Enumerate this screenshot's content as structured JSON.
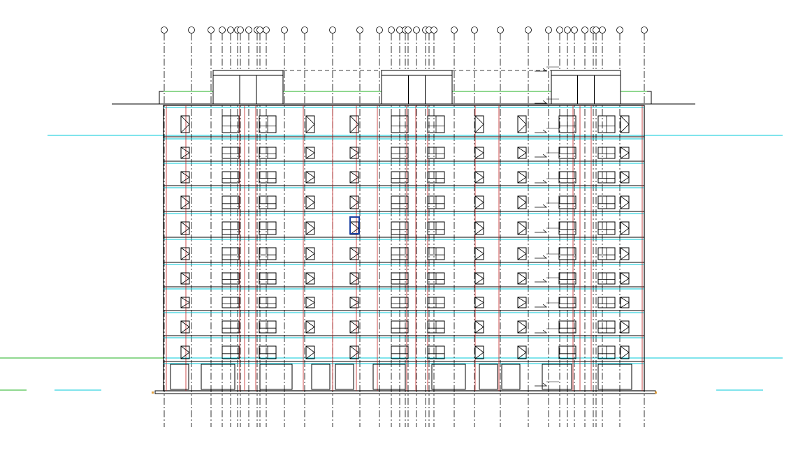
{
  "drawing": {
    "type": "building-elevation",
    "floors_above_ground": 10,
    "colors": {
      "background": "#ffffff",
      "line": "#000000",
      "floor_guide": "#00c8d8",
      "reference_guide": "#20b020",
      "column_accent": "#c02020",
      "selection": "#1a3fa0",
      "marker": "#e0a040"
    },
    "axis_bubbles_count": 38
  }
}
